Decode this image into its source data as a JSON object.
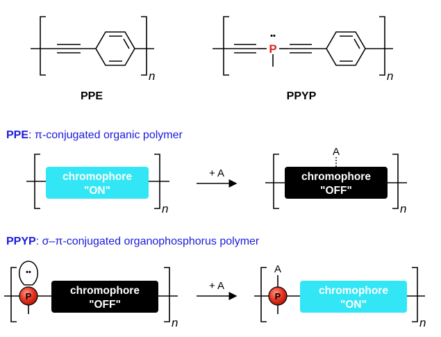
{
  "structures": {
    "ppe": {
      "label": "PPE",
      "repeat_index": "n"
    },
    "ppyp": {
      "label": "PPYP",
      "phosphorus_symbol": "P",
      "lone_pair": "••",
      "repeat_index": "n"
    }
  },
  "section_ppe": {
    "heading_bold": "PPE",
    "heading_rest": ": π-conjugated organic polymer",
    "left_box": {
      "line1": "chromophore",
      "line2": "\"ON\""
    },
    "arrow_label": "+ A",
    "right_box": {
      "line1": "chromophore",
      "line2": "\"OFF\""
    },
    "adduct": "A",
    "repeat_index": "n"
  },
  "section_ppyp": {
    "heading_bold": "PPYP",
    "heading_rest": ": σ–π-conjugated organophosphorus polymer",
    "phosphorus": "P",
    "lone_pair": "••",
    "left_box": {
      "line1": "chromophore",
      "line2": "\"OFF\""
    },
    "arrow_label": "+ A",
    "right_box": {
      "line1": "chromophore",
      "line2": "\"ON\""
    },
    "adduct": "A",
    "repeat_index": "n"
  },
  "colors": {
    "heading_blue": "#1a1adc",
    "phosphorus_red": "#e02020",
    "on_cyan": "#33e6f5",
    "off_black": "#000000",
    "p_sphere_red": "#e8321e"
  }
}
